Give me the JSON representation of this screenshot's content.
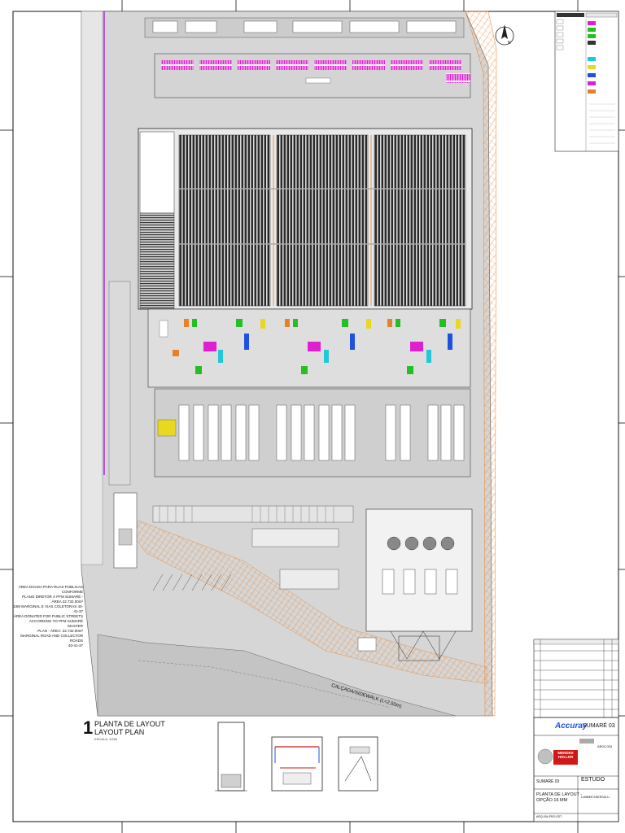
{
  "plan_title": {
    "number": "1",
    "line1": "PLANTA DE LAYOUT",
    "line2": "LAYOUT PLAN",
    "scale": "ESCALA: 1/250"
  },
  "area_notes": [
    "ÁREA DOADA PARA RUAS PÚBLICAS CONFORME",
    "PLANO DIRETOR À PFM SUMARÉ -",
    "ÁREA 22.732.00m²",
    "10M MARGINAL E VIAS COLETORAS 40-41-37",
    "ÁREA DONATED FOR PUBLIC STREETS",
    "ACCORDING TO PFM SUMARÉ MASTER",
    "PLAN - ÁREA: 22.732.00m²",
    "MARGINAL ROAD AND COLLECTOR ROADS",
    "40-41-37"
  ],
  "road_label": "CALÇADA/SIDEWALK (L=2,50m)",
  "north_symbol": "N",
  "title_block": {
    "brand": "Accuray",
    "project": "SUMARÉ 03",
    "revision": "AR02-003",
    "status": "ESTUDO",
    "sheet_project": "SUMARÉ 03",
    "drawing_title_1": "PLANTA DE LAYOUT -",
    "drawing_title_2": "OPÇÃO 16 MM",
    "company_logo_text": "MENDES\nHOLLER",
    "client": "LUMBER ENERGIA LI",
    "drawing_code": "ARQ-004-PRO-EST"
  },
  "colors": {
    "magenta": "#e020d0",
    "orange": "#e8802a",
    "green": "#22c022",
    "cyan": "#20c8d8",
    "blue": "#2050e0",
    "yellow": "#e8d820",
    "grey_fill": "#c8c8c8",
    "dark_fill": "#333333",
    "purple_line": "#b030e0"
  }
}
